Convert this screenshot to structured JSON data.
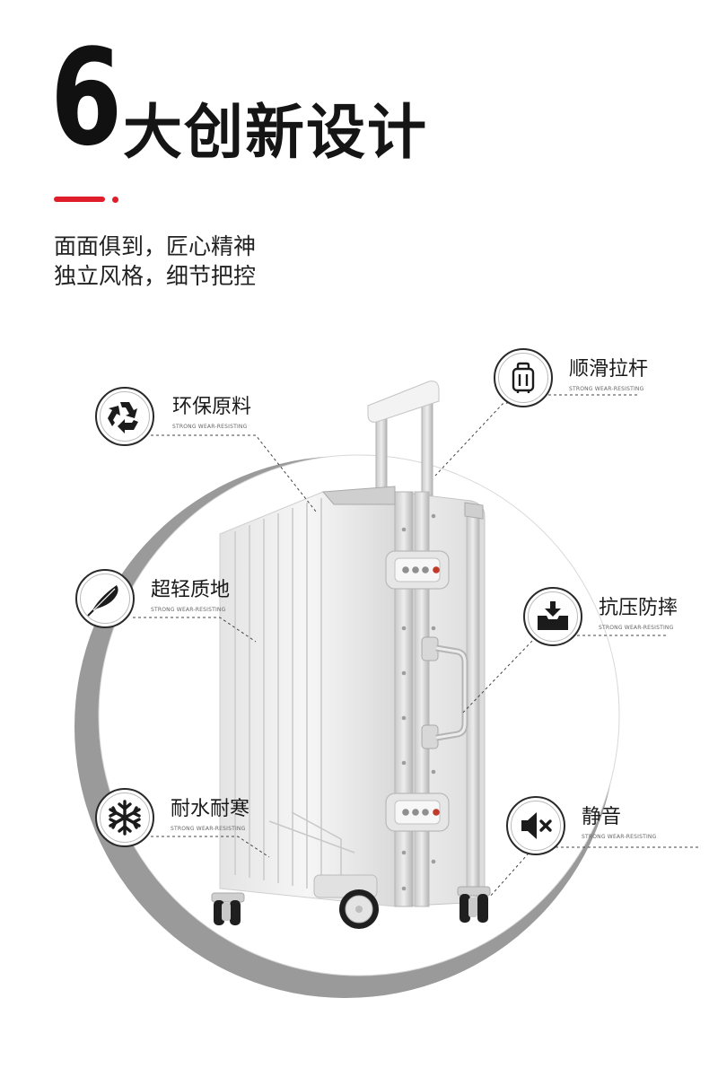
{
  "headline": {
    "number": "6",
    "text": "大创新设计"
  },
  "slogan": [
    "面面俱到，匠心精神",
    "独立风格，细节把控"
  ],
  "colors": {
    "accent": "#e01e2b",
    "circle": "#9a9a9a",
    "text": "#222222"
  },
  "features": [
    {
      "title": "环保原料",
      "subtitle": "STRONG WEAR-RESISTING",
      "icon": "recycle-icon"
    },
    {
      "title": "顺滑拉杆",
      "subtitle": "STRONG WEAR-RESISTING",
      "icon": "luggage-icon"
    },
    {
      "title": "超轻质地",
      "subtitle": "STRONG WEAR-RESISTING",
      "icon": "feather-icon"
    },
    {
      "title": "抗压防摔",
      "subtitle": "STRONG WEAR-RESISTING",
      "icon": "press-down-icon"
    },
    {
      "title": "耐水耐寒",
      "subtitle": "STRONG WEAR-RESISTING",
      "icon": "snowflake-icon"
    },
    {
      "title": "静音",
      "subtitle": "STRONG WEAR-RESISTING",
      "icon": "mute-icon"
    }
  ]
}
